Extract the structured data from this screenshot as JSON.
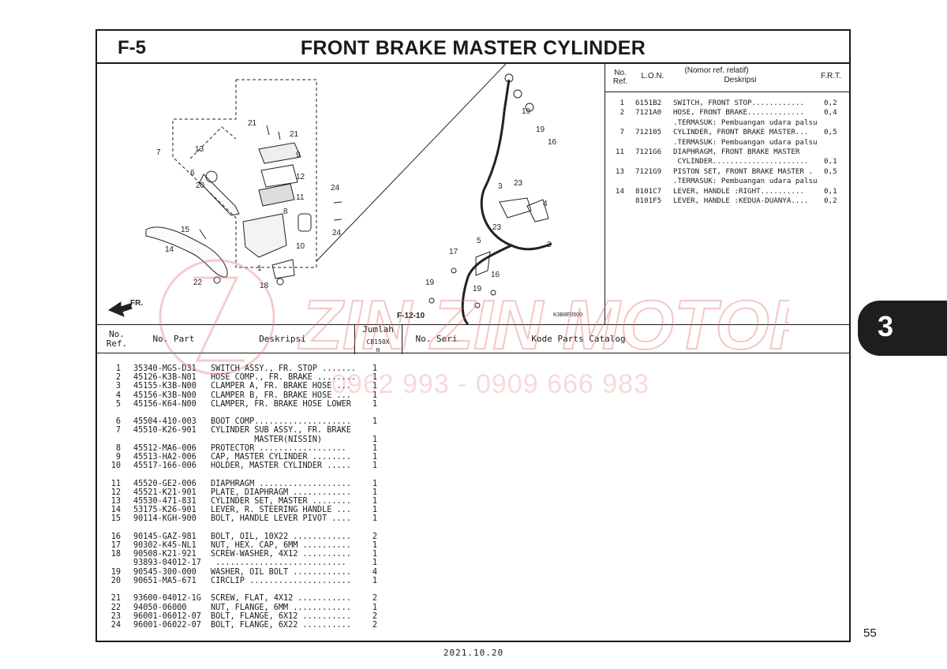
{
  "section": {
    "code": "F-5",
    "title": "FRONT BRAKE MASTER CYLINDER"
  },
  "lon_table": {
    "headers": {
      "no_ref": "No.\nRef.",
      "lon": "L.O.N.",
      "desc_top": "(Nomor ref. relatif)",
      "desc": "Deskripsi",
      "frt": "F.R.T."
    },
    "rows": [
      {
        "ref": "1",
        "lon": "6151B2",
        "desc": "SWITCH, FRONT STOP............",
        "frt": "0,2"
      },
      {
        "ref": "2",
        "lon": "7121A0",
        "desc": "HOSE, FRONT BRAKE.............",
        "frt": "0,4"
      },
      {
        "ref": "",
        "lon": "",
        "desc": ".TERMASUK: Pembuangan udara palsu",
        "frt": ""
      },
      {
        "ref": "7",
        "lon": "712105",
        "desc": "CYLINDER, FRONT BRAKE MASTER...",
        "frt": "0,5"
      },
      {
        "ref": "",
        "lon": "",
        "desc": ".TERMASUK: Pembuangan udara palsu",
        "frt": ""
      },
      {
        "ref": "11",
        "lon": "7121G6",
        "desc": "DIAPHRAGM, FRONT BRAKE MASTER",
        "frt": ""
      },
      {
        "ref": "",
        "lon": "",
        "desc": " CYLINDER......................",
        "frt": "0,1"
      },
      {
        "ref": "13",
        "lon": "7121G9",
        "desc": "PISTON SET, FRONT BRAKE MASTER .",
        "frt": "0,5"
      },
      {
        "ref": "",
        "lon": "",
        "desc": ".TERMASUK: Pembuangan udara palsu",
        "frt": ""
      },
      {
        "ref": "14",
        "lon": "8101C7",
        "desc": "LEVER, HANDLE :RIGHT..........",
        "frt": "0,1"
      },
      {
        "ref": "",
        "lon": "8101F5",
        "desc": "LEVER, HANDLE :KEDUA-DUANYA....",
        "frt": "0,2"
      }
    ]
  },
  "parts_table": {
    "headers": {
      "no_ref": "No.\nRef.",
      "part": "No. Part",
      "desc": "Deskripsi",
      "qty": "Jumlah",
      "model": "CB150X",
      "model_sub": "N",
      "serial": "No. Seri",
      "catalog": "Kode Parts Catalog"
    },
    "groups": [
      [
        {
          "ref": "1",
          "part": "35340-MGS-D31",
          "desc": "SWITCH ASSY., FR. STOP .......",
          "qty": "1"
        },
        {
          "ref": "2",
          "part": "45126-K3B-N01",
          "desc": "HOSE COMP., FR. BRAKE ........",
          "qty": "1"
        },
        {
          "ref": "3",
          "part": "45155-K3B-N00",
          "desc": "CLAMPER A, FR. BRAKE HOSE ...",
          "qty": "1"
        },
        {
          "ref": "4",
          "part": "45156-K3B-N00",
          "desc": "CLAMPER B, FR. BRAKE HOSE ...",
          "qty": "1"
        },
        {
          "ref": "5",
          "part": "45156-K64-N00",
          "desc": "CLAMPER, FR. BRAKE HOSE LOWER",
          "qty": "1"
        }
      ],
      [
        {
          "ref": "6",
          "part": "45504-410-003",
          "desc": "BOOT COMP....................",
          "qty": "1"
        },
        {
          "ref": "7",
          "part": "45510-K26-901",
          "desc": "CYLINDER SUB ASSY., FR. BRAKE",
          "qty": ""
        },
        {
          "ref": "",
          "part": "",
          "desc": "         MASTER(NISSIN)",
          "qty": "1"
        },
        {
          "ref": "8",
          "part": "45512-MA6-006",
          "desc": "PROTECTOR ..................",
          "qty": "1"
        },
        {
          "ref": "9",
          "part": "45513-HA2-006",
          "desc": "CAP, MASTER CYLINDER ........",
          "qty": "1"
        },
        {
          "ref": "10",
          "part": "45517-166-006",
          "desc": "HOLDER, MASTER CYLINDER .....",
          "qty": "1"
        }
      ],
      [
        {
          "ref": "11",
          "part": "45520-GE2-006",
          "desc": "DIAPHRAGM ...................",
          "qty": "1"
        },
        {
          "ref": "12",
          "part": "45521-K21-901",
          "desc": "PLATE, DIAPHRAGM ............",
          "qty": "1"
        },
        {
          "ref": "13",
          "part": "45530-471-831",
          "desc": "CYLINDER SET, MASTER ........",
          "qty": "1"
        },
        {
          "ref": "14",
          "part": "53175-K26-901",
          "desc": "LEVER, R. STEERING HANDLE ...",
          "qty": "1"
        },
        {
          "ref": "15",
          "part": "90114-KGH-900",
          "desc": "BOLT, HANDLE LEVER PIVOT ....",
          "qty": "1"
        }
      ],
      [
        {
          "ref": "16",
          "part": "90145-GAZ-981",
          "desc": "BOLT, OIL, 10X22 ............",
          "qty": "2"
        },
        {
          "ref": "17",
          "part": "90302-K45-NL1",
          "desc": "NUT, HEX. CAP, 6MM ..........",
          "qty": "1"
        },
        {
          "ref": "18",
          "part": "90508-K21-921",
          "desc": "SCREW-WASHER, 4X12 ..........",
          "qty": "1"
        },
        {
          "ref": "",
          "part": "93893-04012-17",
          "desc": " ...........................",
          "qty": "1"
        },
        {
          "ref": "19",
          "part": "90545-300-000",
          "desc": "WASHER, OIL BOLT ............",
          "qty": "4"
        },
        {
          "ref": "20",
          "part": "90651-MA5-671",
          "desc": "CIRCLIP .....................",
          "qty": "1"
        }
      ],
      [
        {
          "ref": "21",
          "part": "93600-04012-1G",
          "desc": "SCREW, FLAT, 4X12 ...........",
          "qty": "2"
        },
        {
          "ref": "22",
          "part": "94050-06000",
          "desc": "NUT, FLANGE, 6MM ............",
          "qty": "1"
        },
        {
          "ref": "23",
          "part": "96001-06012-07",
          "desc": "BOLT, FLANGE, 6X12 ..........",
          "qty": "2"
        },
        {
          "ref": "24",
          "part": "96001-06022-07",
          "desc": "BOLT, FLANGE, 6X22 ..........",
          "qty": "2"
        }
      ]
    ]
  },
  "diagram": {
    "callouts": [
      "21",
      "21",
      "7",
      "13",
      "9",
      "6",
      "20",
      "12",
      "11",
      "8",
      "24",
      "10",
      "24",
      "15",
      "14",
      "1",
      "22",
      "18",
      "19",
      "19",
      "16",
      "3",
      "23",
      "4",
      "23",
      "2",
      "5",
      "17",
      "19",
      "19",
      "16"
    ],
    "fr_label": "FR.",
    "ref_label": "F-12-10",
    "figure_code": "K3B8F0500"
  },
  "watermark": {
    "brand": "ZIN ZIN MOTOR",
    "phone": "0962 993 - 0909 666 983"
  },
  "side_tab": "3",
  "page_number": "55",
  "date": "2021.10.20"
}
